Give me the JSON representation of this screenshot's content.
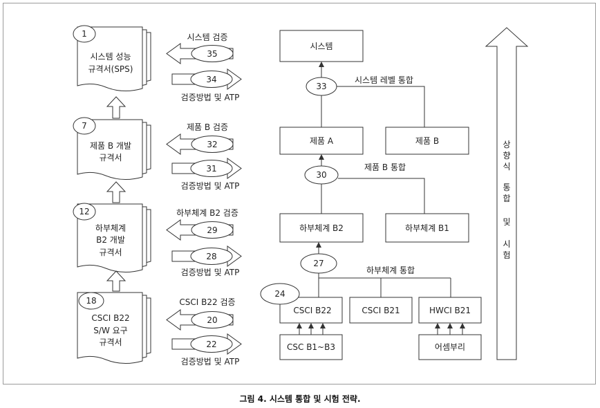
{
  "documents": [
    {
      "num": "1",
      "lines": [
        "시스템 성능",
        "규격서(SPS)"
      ]
    },
    {
      "num": "7",
      "lines": [
        "제품 B 개발",
        "규격서"
      ]
    },
    {
      "num": "12",
      "lines": [
        "하부체계",
        "B2 개발",
        "규격서"
      ]
    },
    {
      "num": "18",
      "lines": [
        "CSCI B22",
        "S/W 요구",
        "규격서"
      ]
    }
  ],
  "arrow_groups": [
    {
      "top_label": "시스템 검증",
      "left_num": "35",
      "right_num": "34",
      "bottom_label": "검증방법 및 ATP"
    },
    {
      "top_label": "제품 B 검증",
      "left_num": "32",
      "right_num": "31",
      "bottom_label": "검증방법 및 ATP"
    },
    {
      "top_label": "하부체계 B2 검증",
      "left_num": "29",
      "right_num": "28",
      "bottom_label": "검증방법 및 ATP"
    },
    {
      "top_label": "CSCI B22 검증",
      "left_num": "20",
      "right_num": "22",
      "bottom_label": "검증방법 및 ATP"
    }
  ],
  "tree": {
    "system": "시스템",
    "product_a": "제품 A",
    "product_b": "제품 B",
    "subsystem_b2": "하부체계 B2",
    "subsystem_b1": "하부체계 B1",
    "csci_b22": "CSCI B22",
    "csci_b21": "CSCI B21",
    "hwci_b21": "HWCI B21",
    "csc": "CSC B1~B3",
    "assembly": "어셈부리",
    "n33": "33",
    "label_33": "시스템 레벨 통합",
    "n30": "30",
    "label_30": "제품 B 통합",
    "n27": "27",
    "label_27": "하부체계 통합",
    "n24": "24"
  },
  "side_arrow_label": [
    "상",
    "향",
    "식",
    "통",
    "합",
    "및",
    "시",
    "험"
  ],
  "caption": "그림 4. 시스템 통합 및 시험 전략."
}
